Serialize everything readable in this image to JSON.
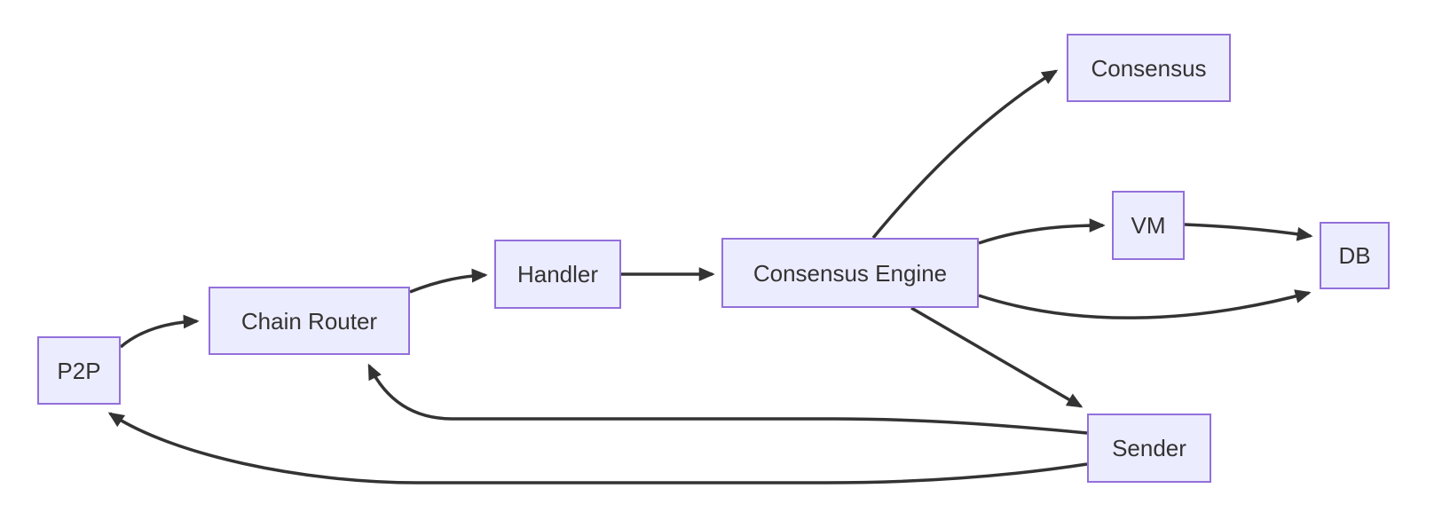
{
  "diagram": {
    "type": "flowchart",
    "orientation": "left-to-right",
    "colors": {
      "background": "#FFFFFF",
      "node_fill": "#ECECFF",
      "node_border": "#9370DB",
      "edge_stroke": "#333333",
      "text": "#333333"
    },
    "nodes": [
      {
        "id": "p2p",
        "label": "P2P"
      },
      {
        "id": "chain-router",
        "label": "Chain Router"
      },
      {
        "id": "handler",
        "label": "Handler"
      },
      {
        "id": "consensus-engine",
        "label": "Consensus Engine"
      },
      {
        "id": "consensus",
        "label": "Consensus"
      },
      {
        "id": "vm",
        "label": "VM"
      },
      {
        "id": "db",
        "label": "DB"
      },
      {
        "id": "sender",
        "label": "Sender"
      }
    ],
    "edges": [
      {
        "from": "P2P",
        "to": "Chain Router"
      },
      {
        "from": "Chain Router",
        "to": "Handler"
      },
      {
        "from": "Handler",
        "to": "Consensus Engine"
      },
      {
        "from": "Consensus Engine",
        "to": "Consensus"
      },
      {
        "from": "Consensus Engine",
        "to": "VM"
      },
      {
        "from": "VM",
        "to": "DB"
      },
      {
        "from": "Consensus Engine",
        "to": "DB"
      },
      {
        "from": "Consensus Engine",
        "to": "Sender"
      },
      {
        "from": "Sender",
        "to": "Chain Router"
      },
      {
        "from": "Sender",
        "to": "P2P"
      }
    ]
  }
}
